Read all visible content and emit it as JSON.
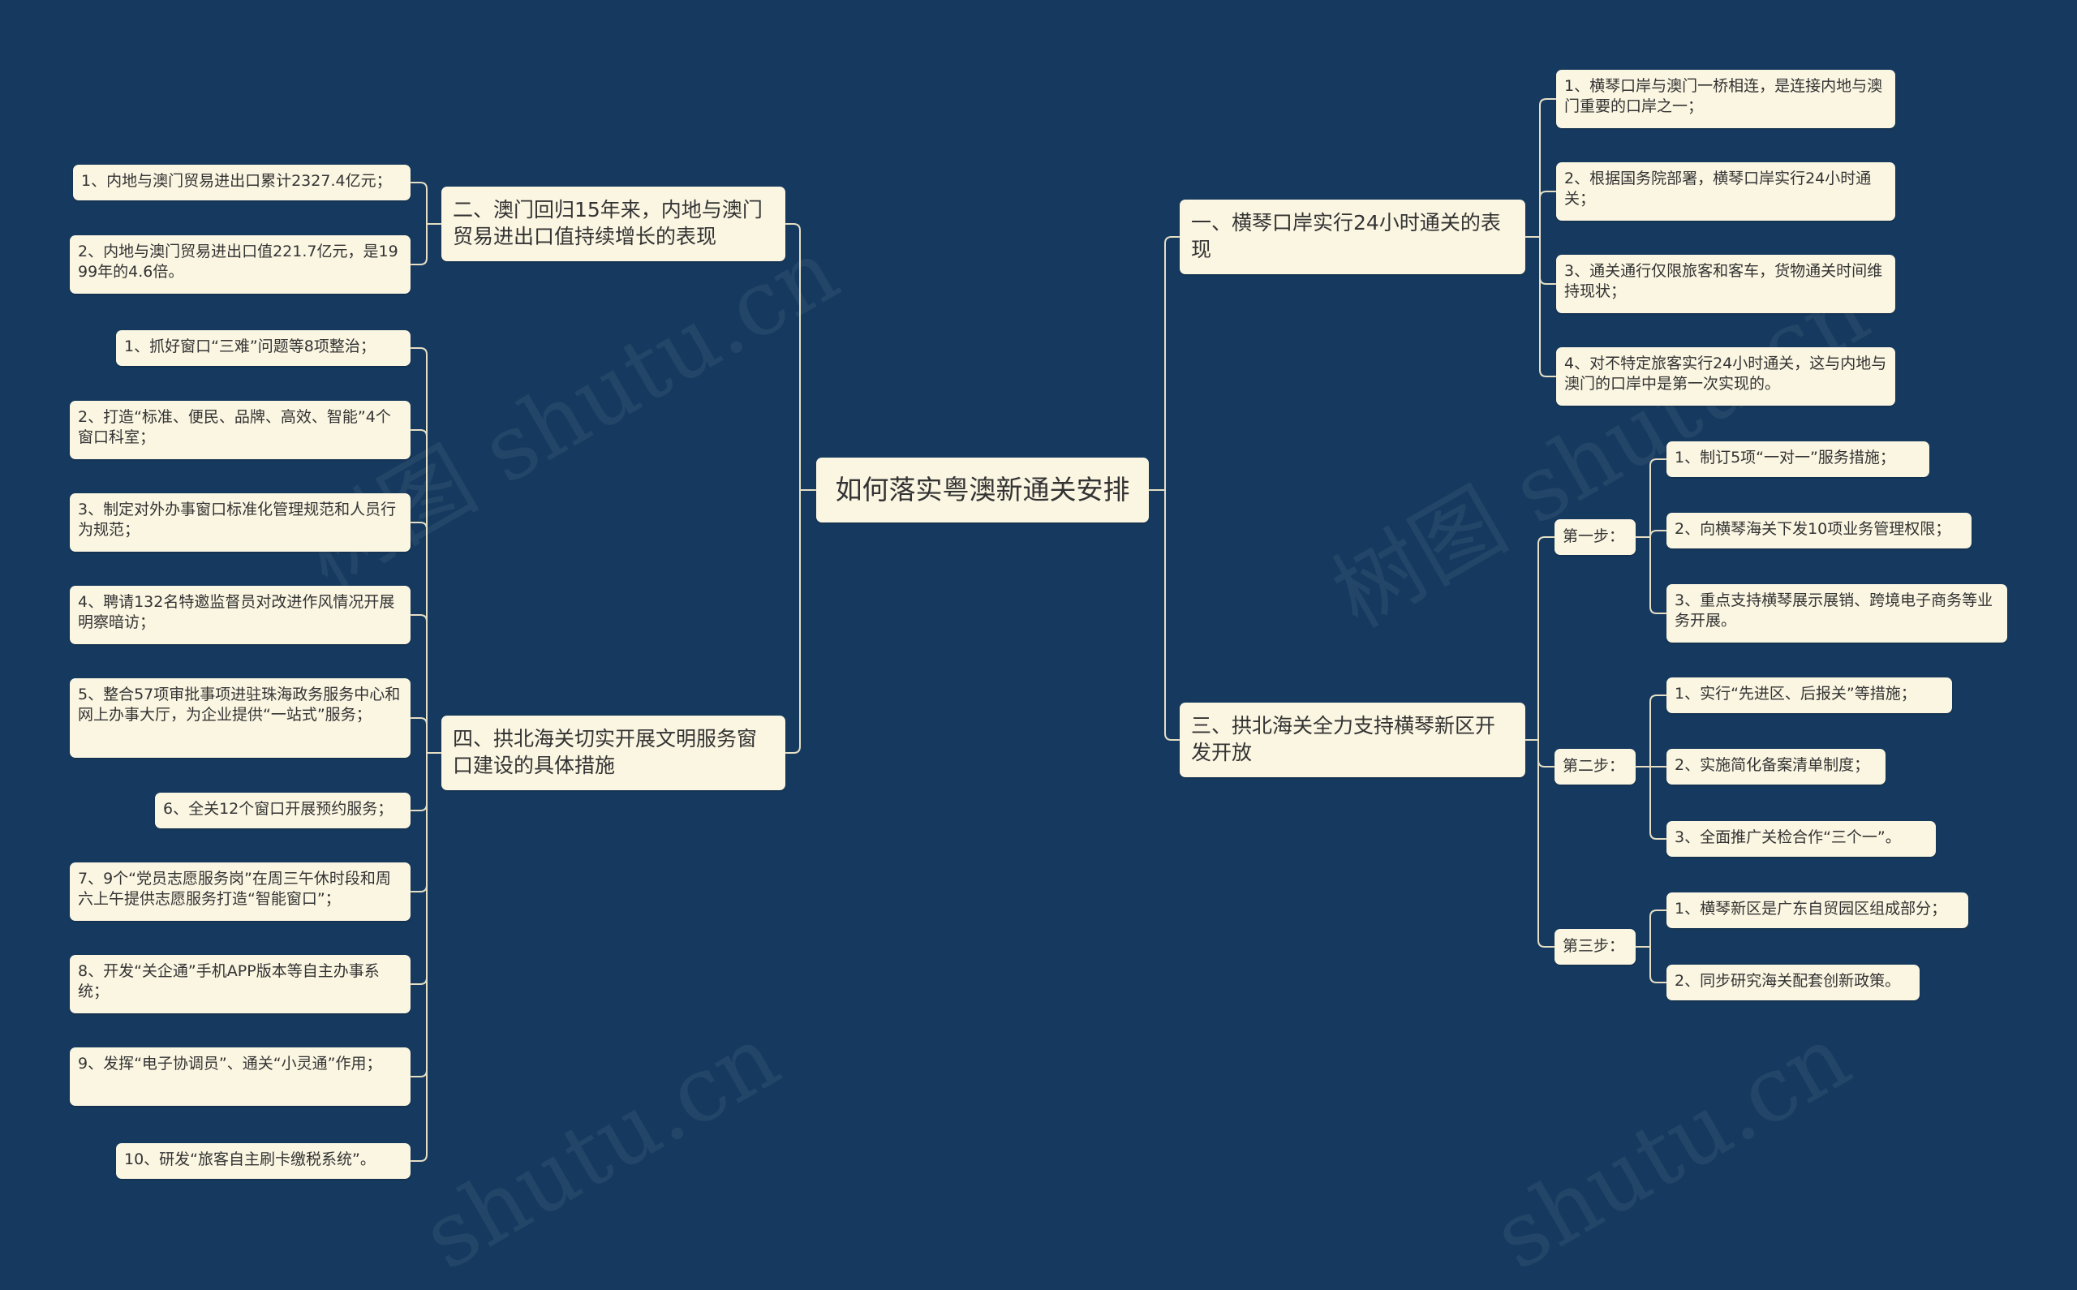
{
  "root": "如何落实粤澳新通关安排",
  "branch1": {
    "title": "一、横琴口岸实行24小时通关的表现",
    "items": [
      "1、横琴口岸与澳门一桥相连，是连接内地与澳门重要的口岸之一；",
      "2、根据国务院部署，横琴口岸实行24小时通关；",
      "3、通关通行仅限旅客和客车，货物通关时间维持现状；",
      "4、对不特定旅客实行24小时通关，这与内地与澳门的口岸中是第一次实现的。"
    ]
  },
  "branch3": {
    "title": "三、拱北海关全力支持横琴新区开发开放",
    "steps": [
      {
        "label": "第一步：",
        "items": [
          "1、制订5项“一对一”服务措施；",
          "2、向横琴海关下发10项业务管理权限；",
          "3、重点支持横琴展示展销、跨境电子商务等业务开展。"
        ]
      },
      {
        "label": "第二步：",
        "items": [
          "1、实行“先进区、后报关”等措施；",
          "2、实施简化备案清单制度；",
          "3、全面推广关检合作“三个一”。"
        ]
      },
      {
        "label": "第三步：",
        "items": [
          "1、横琴新区是广东自贸园区组成部分；",
          "2、同步研究海关配套创新政策。"
        ]
      }
    ]
  },
  "branch2": {
    "title": "二、澳门回归15年来，内地与澳门贸易进出口值持续增长的表现",
    "items": [
      "1、内地与澳门贸易进出口累计2327.4亿元；",
      "2、内地与澳门贸易进出口值221.7亿元，是1999年的4.6倍。"
    ]
  },
  "branch4": {
    "title": "四、拱北海关切实开展文明服务窗口建设的具体措施",
    "items": [
      "1、抓好窗口“三难”问题等8项整治；",
      "2、打造“标准、便民、品牌、高效、智能”4个窗口科室；",
      "3、制定对外办事窗口标准化管理规范和人员行为规范；",
      "4、聘请132名特邀监督员对改进作风情况开展明察暗访；",
      "5、整合57项审批事项进驻珠海政务服务中心和网上办事大厅，为企业提供“一站式”服务；",
      "6、全关12个窗口开展预约服务；",
      "7、9个“党员志愿服务岗”在周三午休时段和周六上午提供志愿服务打造“智能窗口”；",
      "8、开发“关企通”手机APP版本等自主办事系统；",
      "9、发挥“电子协调员”、通关“小灵通”作用；",
      "10、研发“旅客自主刷卡缴税系统”。"
    ]
  },
  "colors": {
    "background": "#163a5f",
    "node": "#fbf6e2",
    "line": "#e6dfc4"
  }
}
